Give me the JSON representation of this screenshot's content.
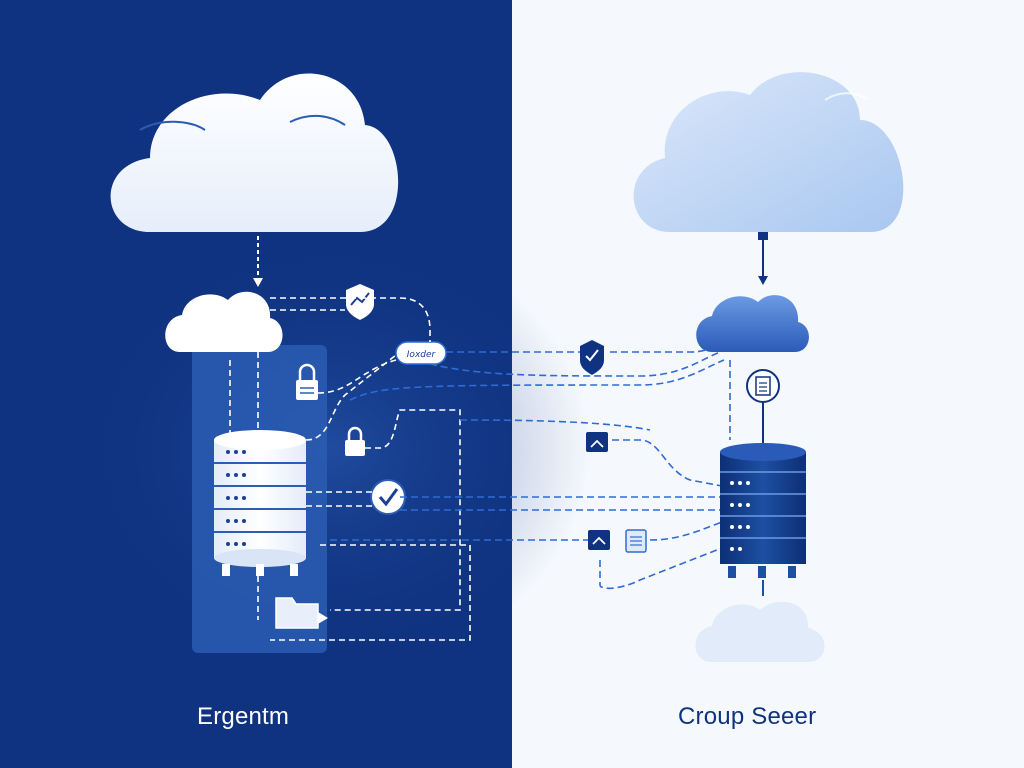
{
  "left_panel": {
    "title": "Ergentm",
    "background": "#0f3380",
    "column_color": "#2a5db3"
  },
  "right_panel": {
    "title": "Croup Seeer",
    "background": "#f5f8fd",
    "accent": "#1d4fa3"
  },
  "center_node": {
    "label": "Ioxder"
  },
  "colors": {
    "link_white": "#ffffff",
    "link_blue": "#2f6bd6",
    "dark_navy": "#0f3380",
    "cloud_light": "#cfe0f7"
  },
  "icons": [
    "cloud-icon",
    "database-server-icon",
    "lock-icon",
    "shield-icon",
    "checkmark-icon",
    "document-icon",
    "folder-icon",
    "padlock-icon"
  ]
}
